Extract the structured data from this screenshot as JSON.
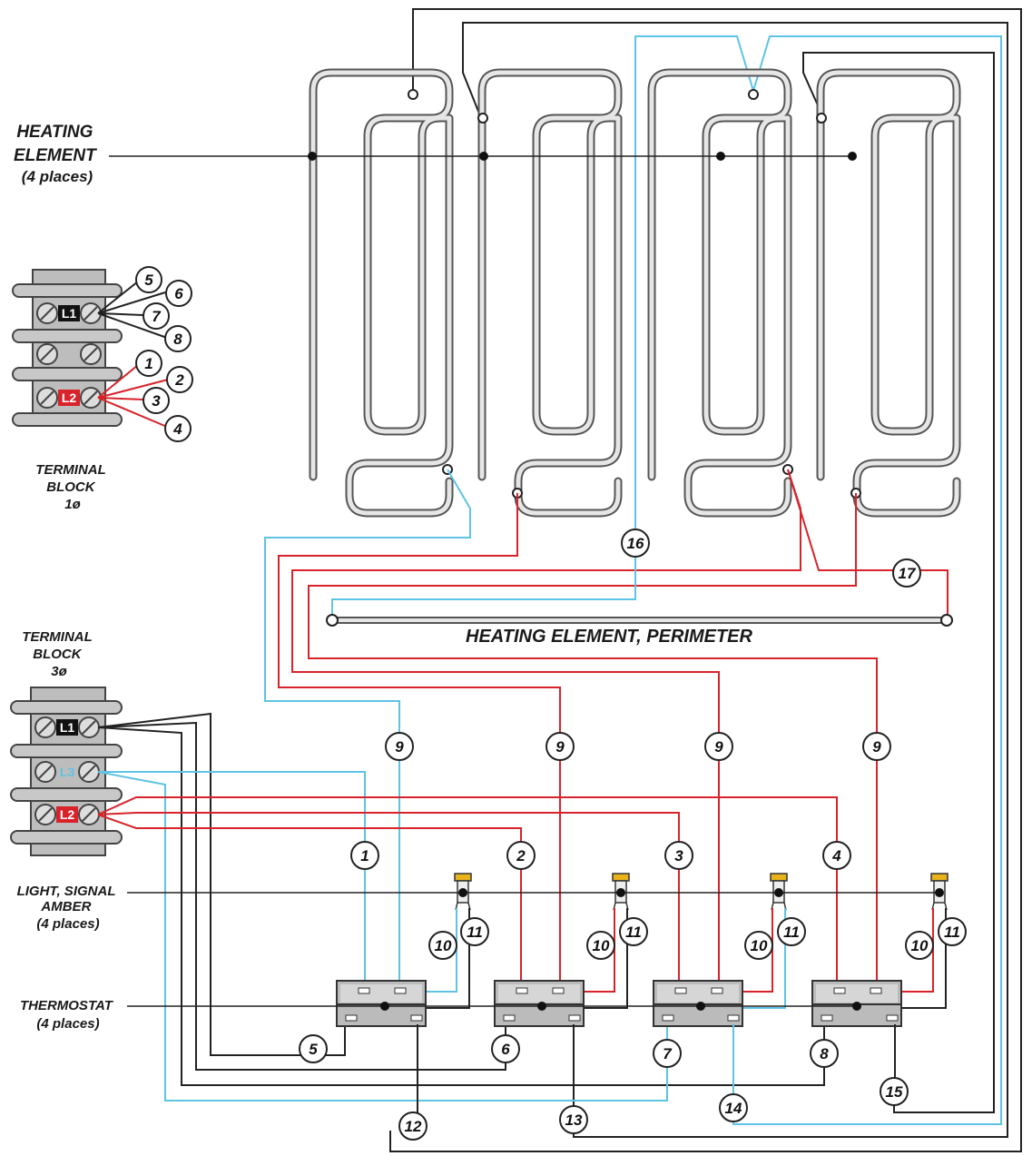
{
  "labels": {
    "heating_element": [
      "HEATING",
      "ELEMENT",
      "(4 places)"
    ],
    "terminal_block_1": [
      "TERMINAL",
      "BLOCK",
      "1ø"
    ],
    "terminal_block_3": [
      "TERMINAL",
      "BLOCK",
      "3ø"
    ],
    "perimeter": "HEATING ELEMENT, PERIMETER",
    "light": [
      "LIGHT, SIGNAL",
      "AMBER",
      "(4 places)"
    ],
    "thermostat": [
      "THERMOSTAT",
      "(4 places)"
    ]
  },
  "terminals": {
    "l1": "L1",
    "l2": "L2",
    "l3": "L3"
  },
  "callouts": {
    "c1": "1",
    "c2": "2",
    "c3": "3",
    "c4": "4",
    "c5": "5",
    "c6": "6",
    "c7": "7",
    "c8": "8",
    "c9": "9",
    "c10": "10",
    "c11": "11",
    "c12": "12",
    "c13": "13",
    "c14": "14",
    "c15": "15",
    "c16": "16",
    "c17": "17"
  },
  "colors": {
    "l1_wire": "#222222",
    "l2_wire": "#d8232a",
    "l3_wire": "#5fc3e4",
    "amber": "#e8b21a"
  }
}
